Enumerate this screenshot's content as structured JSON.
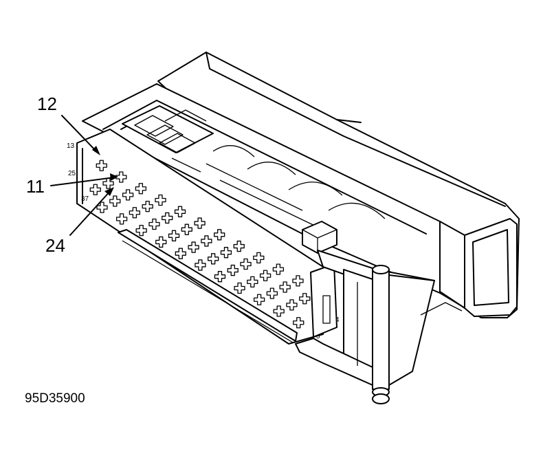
{
  "callouts": {
    "c12": "12",
    "c11": "11",
    "c24": "24"
  },
  "pin_labels": {
    "p13": "13",
    "p25": "25",
    "p37": "37",
    "p1": "1",
    "p4": "4",
    "p5": "5"
  },
  "figure_ref": "95D35900",
  "colors": {
    "line": "#000000",
    "background": "#ffffff"
  }
}
